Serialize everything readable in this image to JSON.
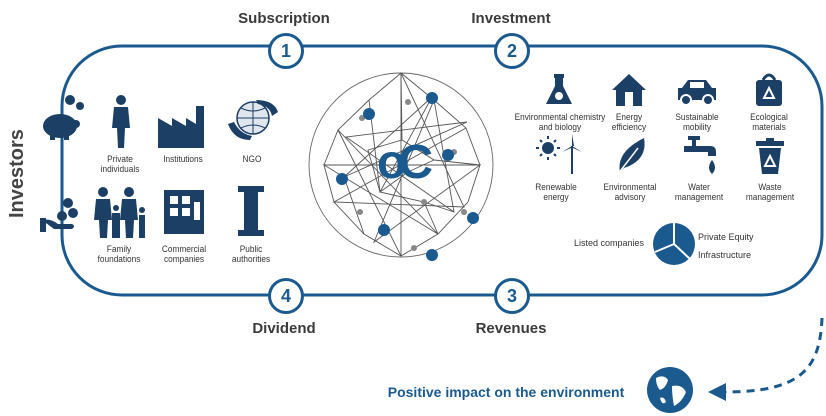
{
  "steps": [
    {
      "number": "1",
      "title": "Subscription"
    },
    {
      "number": "2",
      "title": "Investment"
    },
    {
      "number": "3",
      "title": "Revenues"
    },
    {
      "number": "4",
      "title": "Dividend"
    }
  ],
  "investors_label": "Investors",
  "investor_types": [
    {
      "icon": "person-icon",
      "label": "Private\nindividuals"
    },
    {
      "icon": "factory-icon",
      "label": "Institutions"
    },
    {
      "icon": "globe-hands-icon",
      "label": "NGO"
    },
    {
      "icon": "family-icon",
      "label": "Family\nfoundations"
    },
    {
      "icon": "building-icon",
      "label": "Commercial\ncompanies"
    },
    {
      "icon": "pillar-icon",
      "label": "Public\nauthorities"
    }
  ],
  "sectors": [
    {
      "icon": "flask-icon",
      "label": "Environmental chemistry\nand biology"
    },
    {
      "icon": "house-icon",
      "label": "Energy\nefficiency"
    },
    {
      "icon": "car-icon",
      "label": "Sustainable\nmobility"
    },
    {
      "icon": "recycle-bag-icon",
      "label": "Ecological\nmaterials"
    },
    {
      "icon": "sun-wind-icon",
      "label": "Renewable\nenergy"
    },
    {
      "icon": "leaf-icon",
      "label": "Environmental\nadvisory"
    },
    {
      "icon": "tap-icon",
      "label": "Water\nmanagement"
    },
    {
      "icon": "bin-icon",
      "label": "Waste\nmanagement"
    }
  ],
  "allocation": {
    "left_label": "Listed companies",
    "right_labels": [
      "Private Equity",
      "Infrastructure"
    ]
  },
  "logo_text": "oC",
  "impact_text": "Positive impact on the environment",
  "colors": {
    "primary": "#1b5a8f",
    "dark": "#1c3f66",
    "text": "#3a3a3a"
  }
}
